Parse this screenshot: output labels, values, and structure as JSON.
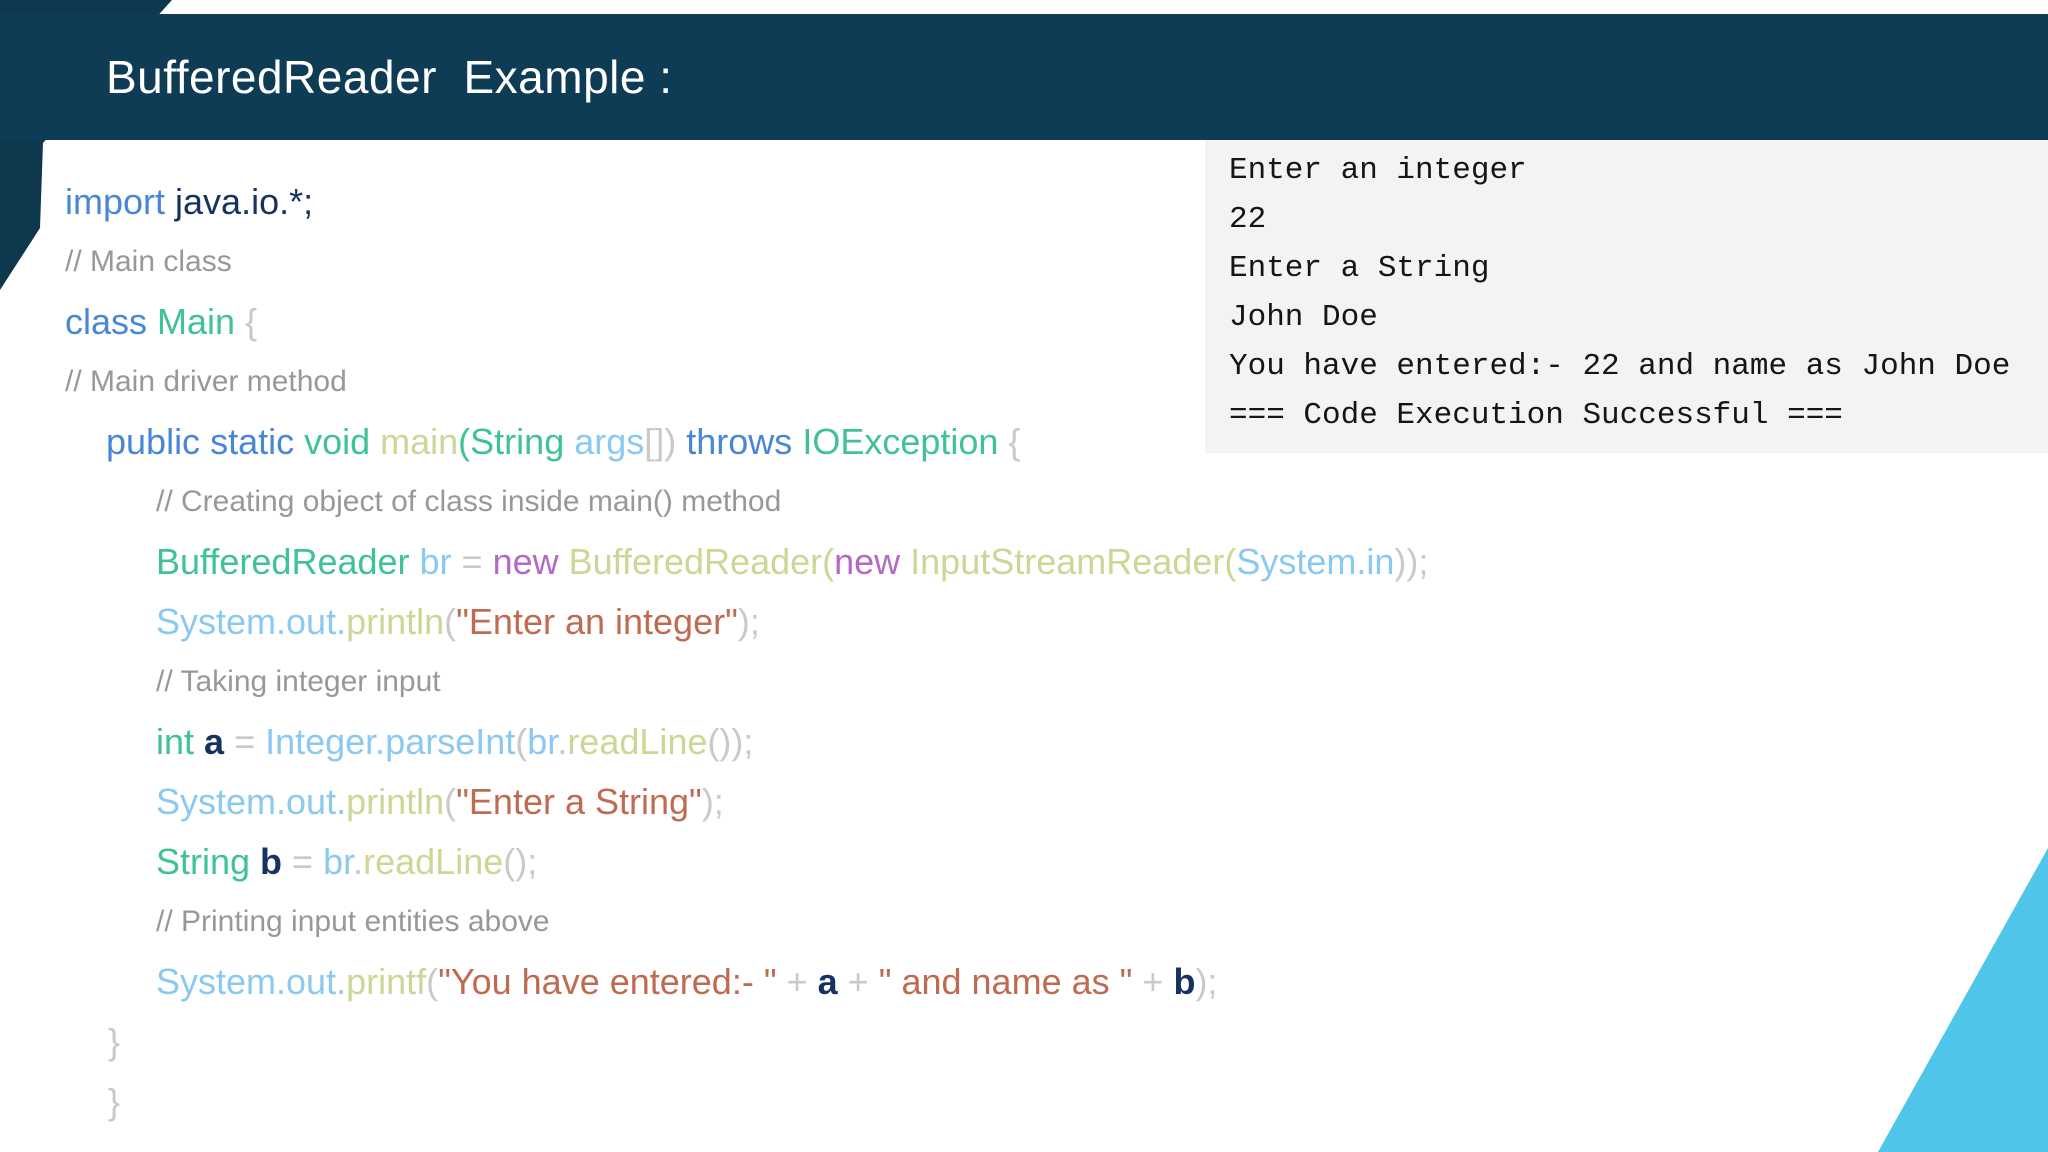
{
  "header": {
    "title": "BufferedReader  Example :"
  },
  "colors": {
    "header_bg": "#0e3c55",
    "deco_left": "#0d384e",
    "deco_corner": "#4ec5e9",
    "console_bg": "#f3f3f3",
    "kw": "#4987d5",
    "type": "#3fc393",
    "navy": "#16335f",
    "fn": "#ccd795",
    "var": "#8ac9f0",
    "new": "#b46ac4",
    "str": "#bf6b52",
    "punc": "#c9c9c9",
    "comment": "#989898",
    "console_text": "#151515"
  },
  "console": {
    "lines": [
      "Enter an integer",
      "22",
      "Enter a String",
      "John Doe",
      "You have entered:- 22 and name as John Doe",
      "=== Code Execution Successful ==="
    ]
  },
  "code": {
    "lines": [
      {
        "ind": 0,
        "size": "code",
        "tokens": [
          {
            "t": "import ",
            "c": "kw"
          },
          {
            "t": "java.io.*;",
            "c": "navy"
          }
        ]
      },
      {
        "ind": 0,
        "size": "comment",
        "tokens": [
          {
            "t": "// Main class",
            "c": "comment"
          }
        ]
      },
      {
        "ind": 0,
        "size": "code",
        "tokens": [
          {
            "t": "class ",
            "c": "kw"
          },
          {
            "t": "Main ",
            "c": "type"
          },
          {
            "t": "{",
            "c": "punc"
          }
        ]
      },
      {
        "ind": 0,
        "size": "comment",
        "tokens": [
          {
            "t": "// Main driver method",
            "c": "comment"
          }
        ]
      },
      {
        "ind": 1,
        "size": "code",
        "tokens": [
          {
            "t": "public static ",
            "c": "kw"
          },
          {
            "t": "void ",
            "c": "type"
          },
          {
            "t": "main",
            "c": "fn"
          },
          {
            "t": "(",
            "c": "type"
          },
          {
            "t": "String ",
            "c": "type"
          },
          {
            "t": "args",
            "c": "var"
          },
          {
            "t": "[]",
            "c": "punc"
          },
          {
            "t": ") ",
            "c": "punc"
          },
          {
            "t": "throws ",
            "c": "kw"
          },
          {
            "t": "IOException ",
            "c": "type"
          },
          {
            "t": "{",
            "c": "punc"
          }
        ]
      },
      {
        "ind": 2,
        "size": "comment",
        "tokens": [
          {
            "t": "// Creating object of class inside main() method",
            "c": "comment"
          }
        ]
      },
      {
        "ind": 2,
        "size": "code",
        "tokens": [
          {
            "t": "BufferedReader ",
            "c": "type"
          },
          {
            "t": "br ",
            "c": "var"
          },
          {
            "t": "= ",
            "c": "punc"
          },
          {
            "t": "new ",
            "c": "new"
          },
          {
            "t": "BufferedReader(",
            "c": "fn"
          },
          {
            "t": "new ",
            "c": "new"
          },
          {
            "t": "InputStreamReader(",
            "c": "fn"
          },
          {
            "t": "System.in",
            "c": "var"
          },
          {
            "t": "));",
            "c": "punc"
          }
        ]
      },
      {
        "ind": 2,
        "size": "code",
        "tokens": [
          {
            "t": "System.out.",
            "c": "var"
          },
          {
            "t": "println",
            "c": "fn"
          },
          {
            "t": "(",
            "c": "punc"
          },
          {
            "t": "\"Enter an integer\"",
            "c": "str"
          },
          {
            "t": ");",
            "c": "punc"
          }
        ]
      },
      {
        "ind": 2,
        "size": "comment",
        "tokens": [
          {
            "t": "// Taking integer input",
            "c": "comment"
          }
        ]
      },
      {
        "ind": 2,
        "size": "code",
        "tokens": [
          {
            "t": "int ",
            "c": "type"
          },
          {
            "t": "a ",
            "c": "navy",
            "b": true
          },
          {
            "t": "= ",
            "c": "punc"
          },
          {
            "t": "Integer.parseInt",
            "c": "var"
          },
          {
            "t": "(",
            "c": "punc"
          },
          {
            "t": "br",
            "c": "var"
          },
          {
            "t": ".",
            "c": "punc"
          },
          {
            "t": "readLine",
            "c": "fn"
          },
          {
            "t": "());",
            "c": "punc"
          }
        ]
      },
      {
        "ind": 2,
        "size": "code",
        "tokens": [
          {
            "t": "System.out.",
            "c": "var"
          },
          {
            "t": "println",
            "c": "fn"
          },
          {
            "t": "(",
            "c": "punc"
          },
          {
            "t": "\"Enter a String\"",
            "c": "str"
          },
          {
            "t": ");",
            "c": "punc"
          }
        ]
      },
      {
        "ind": 2,
        "size": "code",
        "tokens": [
          {
            "t": "String ",
            "c": "type"
          },
          {
            "t": "b ",
            "c": "navy",
            "b": true
          },
          {
            "t": "= ",
            "c": "punc"
          },
          {
            "t": "br",
            "c": "var"
          },
          {
            "t": ".",
            "c": "punc"
          },
          {
            "t": "readLine",
            "c": "fn"
          },
          {
            "t": "();",
            "c": "punc"
          }
        ]
      },
      {
        "ind": 2,
        "size": "comment",
        "tokens": [
          {
            "t": "// Printing input entities above",
            "c": "comment"
          }
        ]
      },
      {
        "ind": 2,
        "size": "code",
        "tokens": [
          {
            "t": "System.out.",
            "c": "var"
          },
          {
            "t": "printf",
            "c": "fn"
          },
          {
            "t": "(",
            "c": "punc"
          },
          {
            "t": "\"You have entered:- \" ",
            "c": "str"
          },
          {
            "t": "+ ",
            "c": "punc"
          },
          {
            "t": "a ",
            "c": "navy",
            "b": true
          },
          {
            "t": "+ ",
            "c": "punc"
          },
          {
            "t": "\" and name as \" ",
            "c": "str"
          },
          {
            "t": "+ ",
            "c": "punc"
          },
          {
            "t": "b",
            "c": "navy",
            "b": true
          },
          {
            "t": ");",
            "c": "punc"
          }
        ]
      },
      {
        "ind": 3,
        "size": "code",
        "tokens": [
          {
            "t": "}",
            "c": "punc"
          }
        ]
      },
      {
        "ind": 3,
        "size": "code",
        "tokens": [
          {
            "t": "}",
            "c": "punc"
          }
        ]
      }
    ]
  }
}
